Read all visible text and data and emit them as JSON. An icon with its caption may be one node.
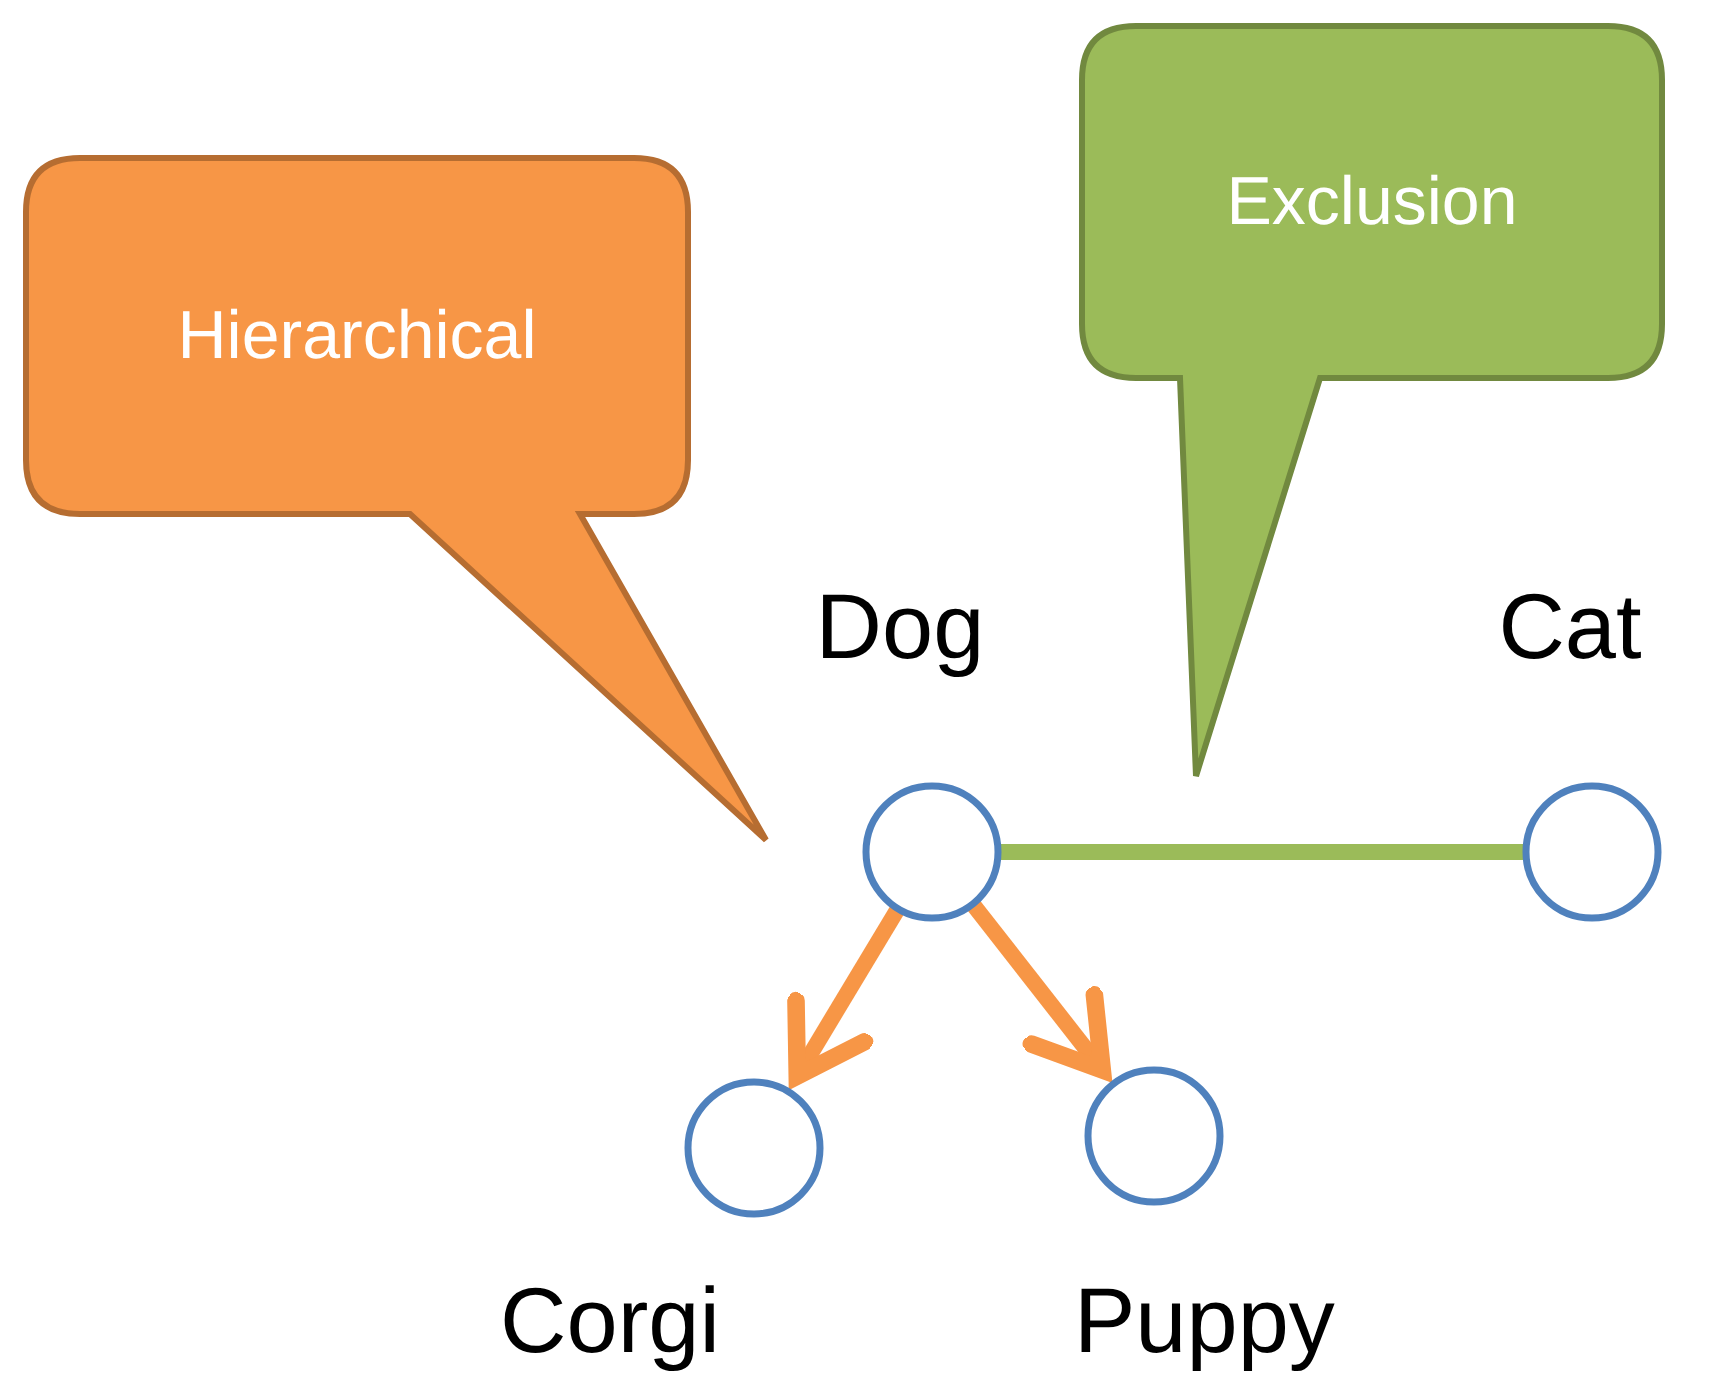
{
  "diagram": {
    "nodes": [
      {
        "text": [
          "Hierarchical"
        ]
      },
      {
        "text": [
          "Exclusion"
        ]
      },
      {
        "text": [
          "Dog"
        ]
      },
      {
        "text": [
          "Cat"
        ]
      },
      {
        "text": [
          "Corgi"
        ]
      },
      {
        "text": [
          "Puppy"
        ]
      }
    ],
    "edges": [
      {
        "from": 2,
        "to": 3,
        "arrow": "none",
        "color": "#9bbb59"
      },
      {
        "from": 2,
        "to": 4,
        "arrow": "to"
      },
      {
        "from": 2,
        "to": 5,
        "arrow": "to"
      }
    ]
  }
}
